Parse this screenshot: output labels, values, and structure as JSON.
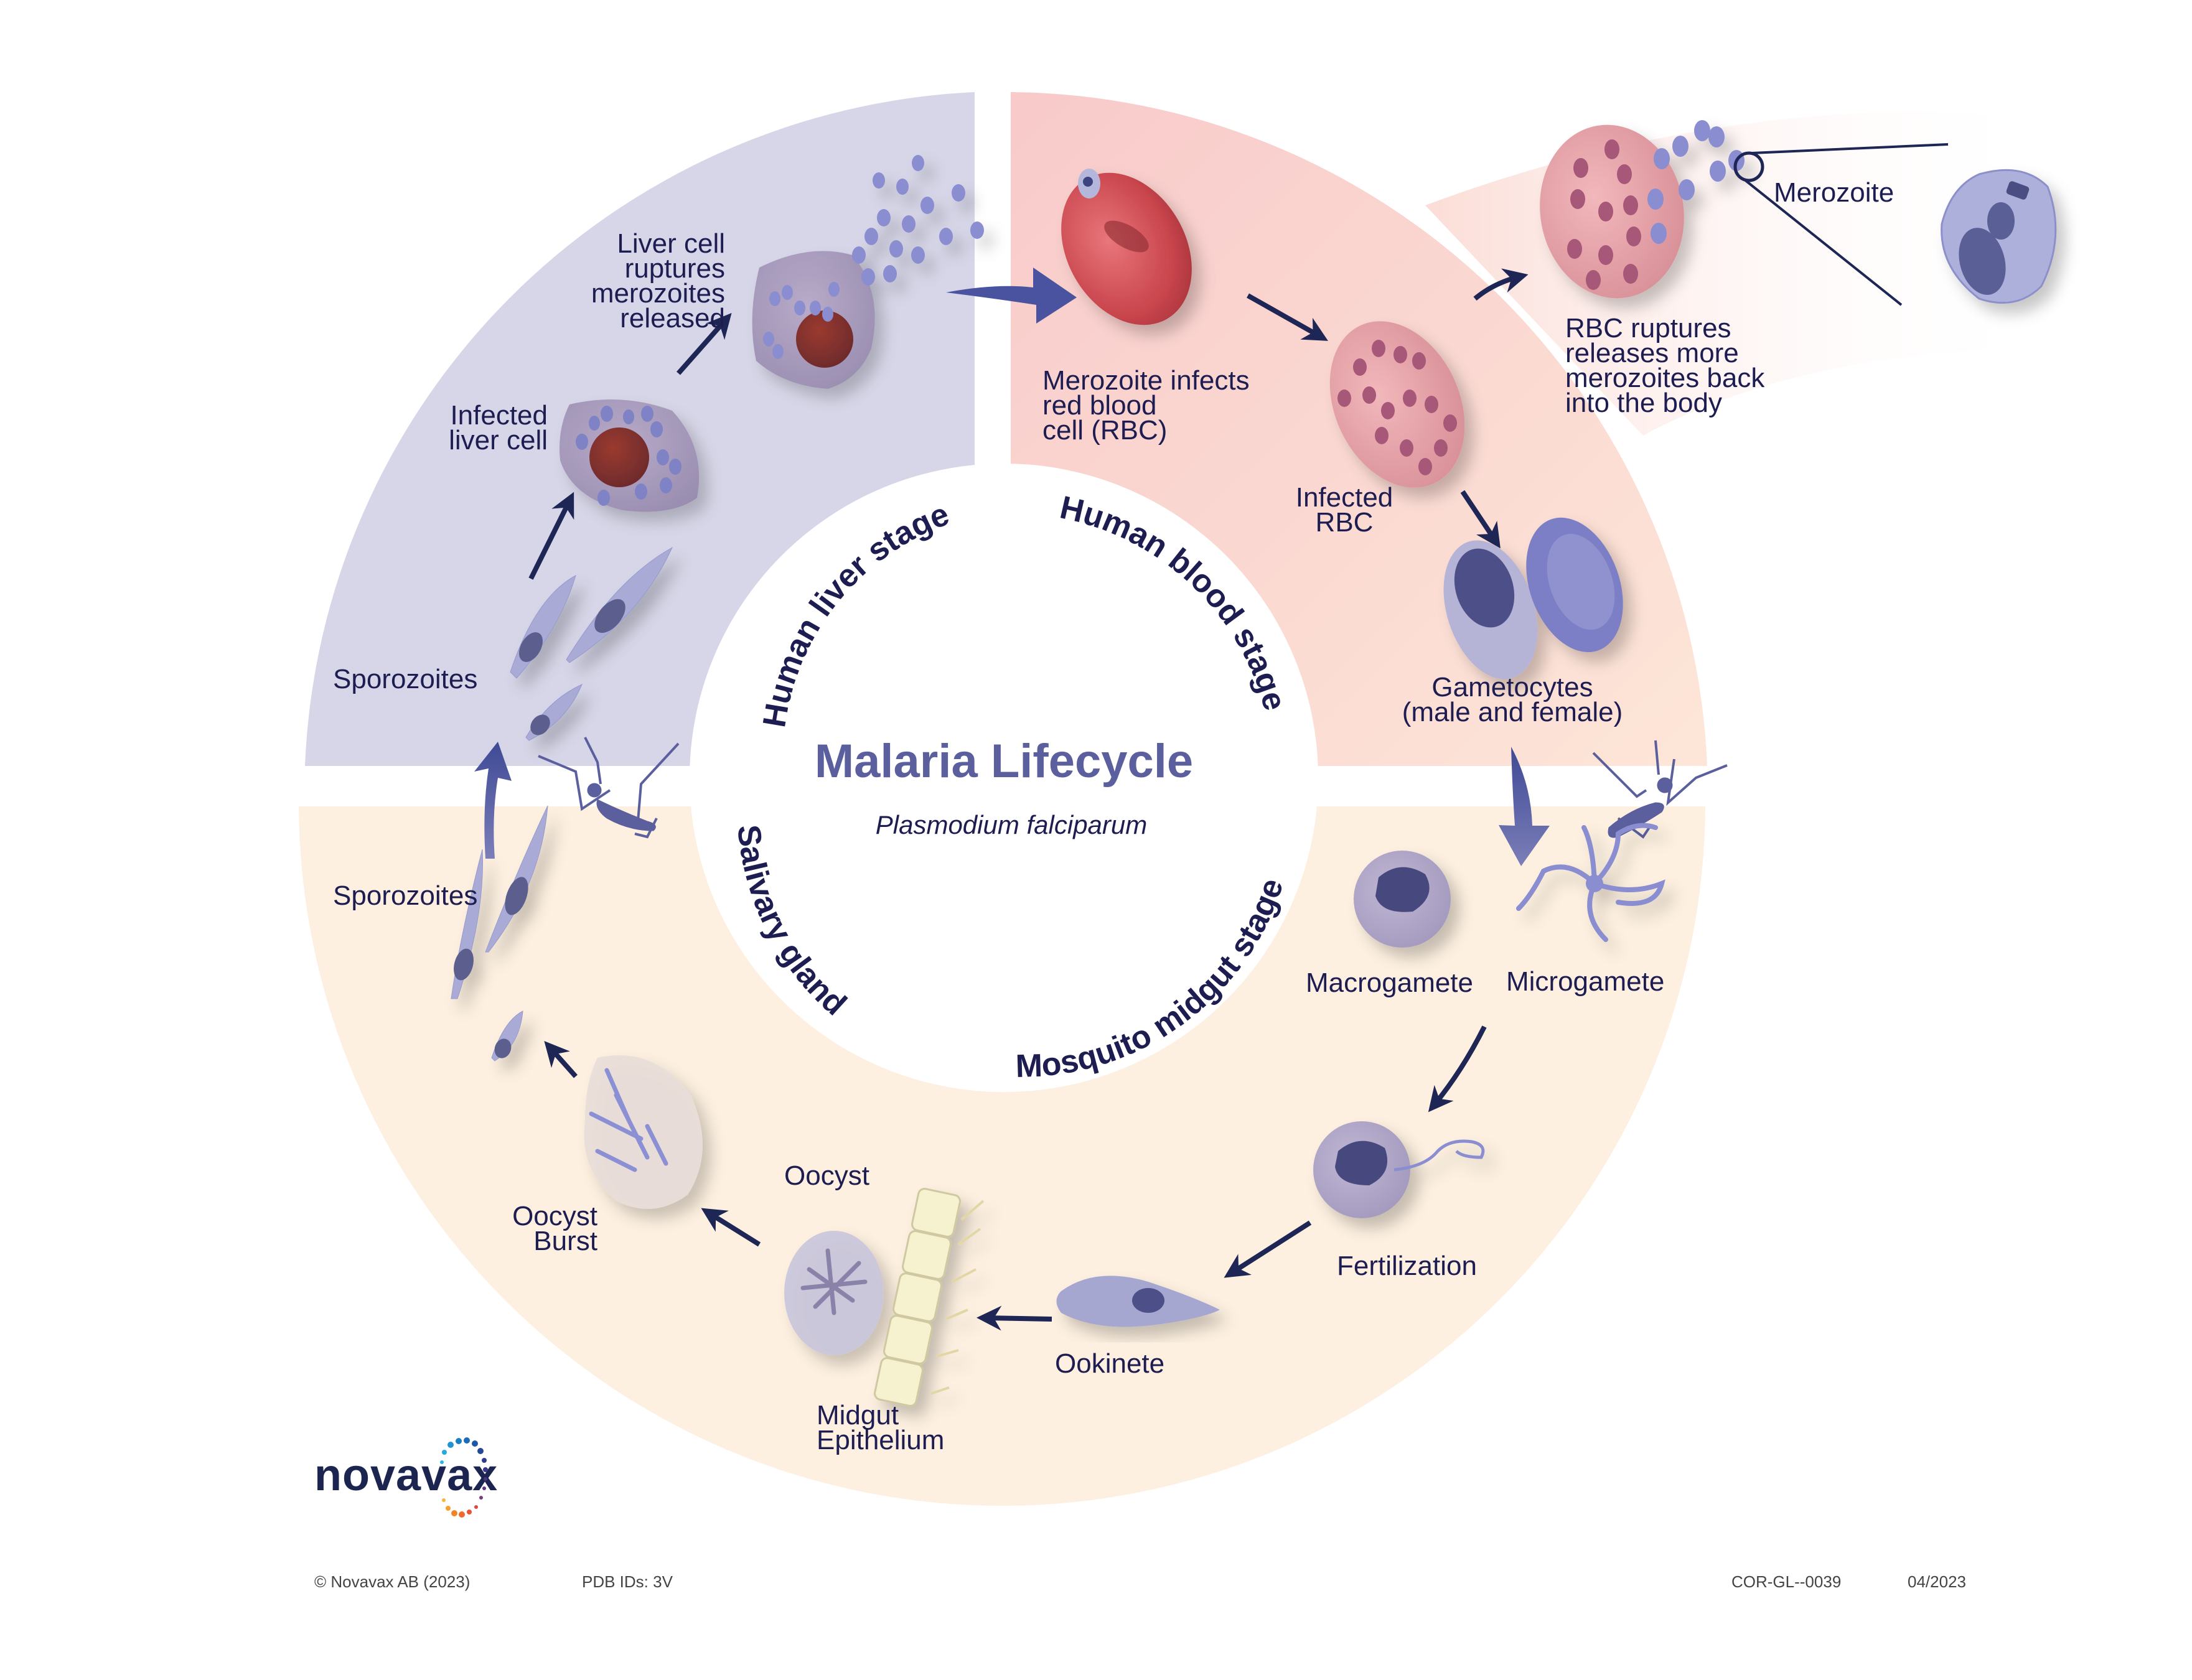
{
  "title": "Malaria Lifecycle",
  "subtitle": "Plasmodium falciparum",
  "stages": {
    "liver": {
      "label": "Human liver stage",
      "color": "#d6d6e8"
    },
    "blood": {
      "label": "Human blood stage",
      "color": "#f8cccb"
    },
    "midgut": {
      "label": "Mosquito midgut stage",
      "color": "#fdf0e0"
    },
    "salivary": {
      "label": "Salivary gland",
      "color": "#fdf0e0"
    }
  },
  "colors": {
    "text_dark": "#1d1d52",
    "title": "#5b5f9e",
    "arrow_dark": "#1e2655",
    "arrow_gradient": "#4a53a0",
    "parasite": "#8f92cc",
    "rbc": "#d9565c",
    "epithelium": "#f6f1cf"
  },
  "labels": {
    "liver_rupture": [
      "Liver cell",
      "ruptures",
      "merozoites",
      "released"
    ],
    "infected_liver": [
      "Infected",
      "liver cell"
    ],
    "sporozoites_liver": [
      "Sporozoites"
    ],
    "merozoite_infects": [
      "Merozoite infects",
      "red blood",
      "cell (RBC)"
    ],
    "infected_rbc": [
      "Infected",
      "RBC"
    ],
    "rbc_ruptures": [
      "RBC ruptures",
      "releases more",
      "merozoites back",
      "into the body"
    ],
    "merozoite": [
      "Merozoite"
    ],
    "gametocytes": [
      "Gametocytes",
      "(male and female)"
    ],
    "macrogamete": [
      "Macrogamete"
    ],
    "microgamete": [
      "Microgamete"
    ],
    "fertilization": [
      "Fertilization"
    ],
    "ookinete": [
      "Ookinete"
    ],
    "oocyst": [
      "Oocyst"
    ],
    "midgut_epithelium": [
      "Midgut",
      "Epithelium"
    ],
    "oocyst_burst": [
      "Oocyst",
      "Burst"
    ],
    "sporozoites_salivary": [
      "Sporozoites"
    ]
  },
  "footer": {
    "copyright": "© Novavax AB (2023)",
    "pdb": "PDB IDs: 3V",
    "code": "COR-GL--0039",
    "date": "04/2023"
  },
  "logo": {
    "text": "novavax"
  }
}
